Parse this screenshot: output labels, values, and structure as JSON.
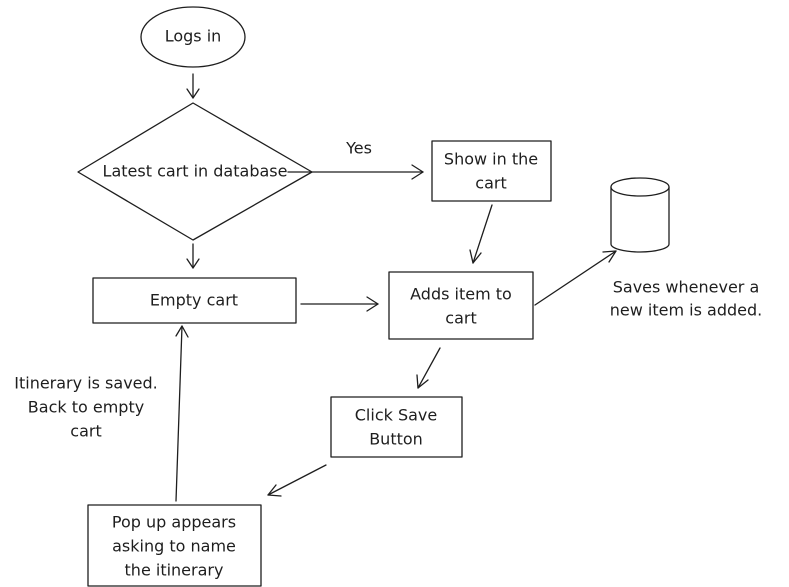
{
  "nodes": {
    "logs_in": "Logs in",
    "latest_cart": "Latest cart in database",
    "show_in_cart": [
      "Show in the",
      "cart"
    ],
    "empty_cart": "Empty cart",
    "adds_item": [
      "Adds item to",
      "cart"
    ],
    "click_save": [
      "Click Save",
      "Button"
    ],
    "popup": [
      "Pop up appears",
      "asking to name",
      "the itinerary"
    ]
  },
  "edge_labels": {
    "yes": "Yes",
    "saves_note": [
      "Saves whenever a",
      "new item is added."
    ],
    "itinerary_note": [
      "Itinerary is saved.",
      "Back to empty",
      "cart"
    ]
  }
}
